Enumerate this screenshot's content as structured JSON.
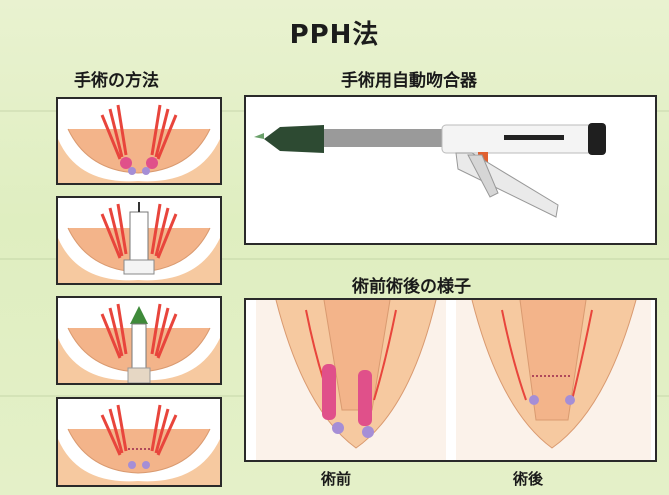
{
  "title": "PPH法",
  "method": {
    "heading": "手術の方法",
    "steps": [
      "step-1",
      "step-2",
      "step-3",
      "step-4"
    ]
  },
  "device": {
    "heading": "手術用自動吻合器",
    "icon": "circular-stapler-icon"
  },
  "comparison": {
    "heading": "術前術後の様子",
    "before_label": "術前",
    "after_label": "術後"
  },
  "colors": {
    "background": "#e4f0c8",
    "tissue": "#f6c9a0",
    "vessel": "#e8453c",
    "hemorrhoid": "#e0508a"
  }
}
